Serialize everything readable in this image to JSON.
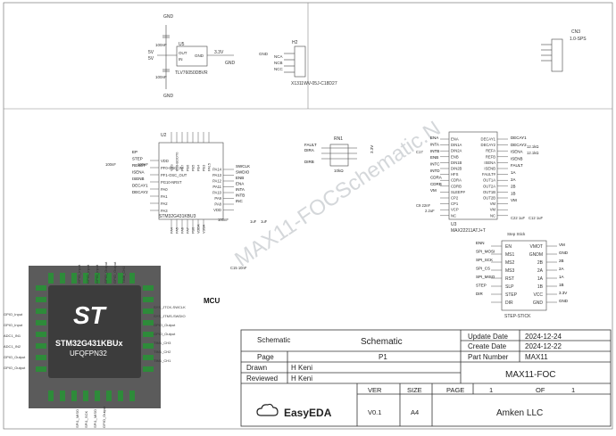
{
  "components": {
    "u5": {
      "ref": "U5",
      "part": "TLV76050DBVR",
      "pins": [
        "OUT",
        "IN",
        "GND"
      ],
      "nets": [
        "GND",
        "5V",
        "5V",
        "3.3V",
        "GND",
        "GND"
      ],
      "caps": [
        "100nF",
        "100nF"
      ]
    },
    "h2": {
      "ref": "H2",
      "part": "X1311WV-05J-C18D27",
      "pins": [
        "1",
        "2",
        "3",
        "4",
        "5"
      ],
      "nets": [
        "GND",
        "NCA",
        "NCB",
        "NCC"
      ]
    },
    "cn3": {
      "ref": "CN3",
      "part": "1.0-SPS",
      "pins": [
        "1",
        "2",
        "3",
        "4",
        "5",
        "6",
        "7"
      ]
    },
    "u2": {
      "ref": "U2",
      "part": "STM32G431KBU3",
      "left_pins": [
        "VDD",
        "PF0-OSC_IN",
        "PF1-OSC_OUT",
        "PG10-NRST",
        "PA0",
        "PA1",
        "PA2",
        "PA3"
      ],
      "right_pins": [
        "PA14",
        "PA13",
        "PA12",
        "PA11",
        "PA10",
        "PA9",
        "PA8",
        "VDD"
      ],
      "top_pins": [
        "VSS",
        "PB8-BOOT0",
        "PB7",
        "PB6",
        "PB5",
        "PB4",
        "PB3",
        "PA15"
      ],
      "bottom_pins": [
        "PA4",
        "PA5",
        "PA6",
        "PA7",
        "PB0",
        "VDDA",
        "VSSA"
      ],
      "left_nets": [
        "EP",
        "STEP",
        "RESET",
        "ISENA",
        "ISENB",
        "DECAY1",
        "DECAY2"
      ],
      "right_nets": [
        "SWCLK",
        "SWDIO",
        "ENB",
        "ENA",
        "INTA",
        "INTB",
        "INC"
      ],
      "caps": [
        "100nF",
        "100nF",
        "1uF",
        "1uF",
        "C15 10nF",
        "100nF"
      ],
      "label": "MCU"
    },
    "rn1": {
      "ref": "RN1",
      "value": "10kΩ",
      "nets": [
        "FAULT",
        "DIRA",
        "DIRB",
        "3.3V"
      ]
    },
    "u3": {
      "ref": "U3",
      "part": "MAX22211ATJ+T",
      "left_pins": [
        "ENA",
        "DIN1A",
        "DIN2A",
        "ENB",
        "DIN1B",
        "DIN2B",
        "HFS",
        "CDRA",
        "CDRB",
        "SLEEP#",
        "CP2",
        "CP1",
        "VCP",
        "NC"
      ],
      "right_pins": [
        "DECAY1",
        "DECAY2",
        "REFA",
        "REFB",
        "ISENA",
        "ISENB",
        "FAULT#",
        "OUT1A",
        "OUT2A",
        "OUT1B",
        "OUT2B",
        "VM",
        "VM",
        "NC"
      ],
      "left_nets": [
        "ENA",
        "INTA",
        "INTB",
        "ENB",
        "INTC",
        "INTD",
        "CDRA",
        "CDRB",
        "VM"
      ],
      "right_nets": [
        "DECAY1",
        "DECAY2",
        "ISENA",
        "ISENB",
        "FAULT",
        "1A",
        "2A",
        "2B",
        "1B",
        "VM"
      ],
      "caps": [
        "C17",
        "C9 22nF",
        "2.2uF",
        "C22 1uF",
        "C12 1uF"
      ],
      "resistors": [
        "12.1kΩ",
        "12.1kΩ"
      ]
    },
    "stepstick": {
      "ref": "STEP-STICK",
      "title": "Step Stick",
      "left_pins": [
        "EN",
        "MS1",
        "MS2",
        "MS3",
        "RST",
        "SLP",
        "STEP",
        "DIR"
      ],
      "right_pins": [
        "VMOT",
        "GNDM",
        "2B",
        "2A",
        "1A",
        "1B",
        "VCC",
        "GND"
      ],
      "left_nets": [
        "ENN",
        "SPI_MOSI",
        "SPI_SCK",
        "SPI_CS",
        "SPI_MISO",
        "STEP",
        "DIR"
      ],
      "right_nets": [
        "VM",
        "GND",
        "2B",
        "2A",
        "1A",
        "1B",
        "3.3V",
        "GND"
      ]
    }
  },
  "chip_image": {
    "part": "STM32G431KBUx",
    "package": "UFQFPN32",
    "logo_text": "ST",
    "left_labels": [
      "GPIO_Input",
      "GPIO_Input",
      "ADC1_IN1",
      "ADC1_IN2",
      "GPIO_Output",
      "GPIO_Output"
    ],
    "right_labels": [
      "SYS_JTCK-SWCLK",
      "SYS_JTMS-SWDIO",
      "GPIO_Output",
      "GPIO_Output",
      "TIM1_CH3",
      "TIM1_CH2",
      "TIM1_CH1"
    ],
    "top_labels": [
      "GPIO_Input",
      "GPIO_Input",
      "GPIO_Input",
      "GPIO_Output",
      "GPIO_Output",
      "TIM8_CH1"
    ],
    "bottom_labels": [
      "SPI1_MISO",
      "SPI1_SCK",
      "SPI1_MISO",
      "GPIO_Output"
    ]
  },
  "watermark": "MAX11-FOCSchematic.N",
  "title_block": {
    "sheet_label": "Schematic",
    "sheet_value": "Schematic",
    "page_label": "Page",
    "page_value": "P1",
    "drawn_label": "Drawn",
    "drawn_value": "H Keni",
    "reviewed_label": "Reviewed",
    "reviewed_value": "H Keni",
    "update_label": "Update Date",
    "update_value": "2024-12-24",
    "create_label": "Create Date",
    "create_value": "2024-12-22",
    "part_label": "Part Number",
    "part_value": "MAX11",
    "project": "MAX11-FOC",
    "ver_label": "VER",
    "ver_value": "V0.1",
    "size_label": "SIZE",
    "size_value": "A4",
    "pg_label": "PAGE",
    "pg_value": "1",
    "of_label": "OF",
    "of_value": "1",
    "company": "Amken LLC",
    "logo": "EasyEDA"
  }
}
